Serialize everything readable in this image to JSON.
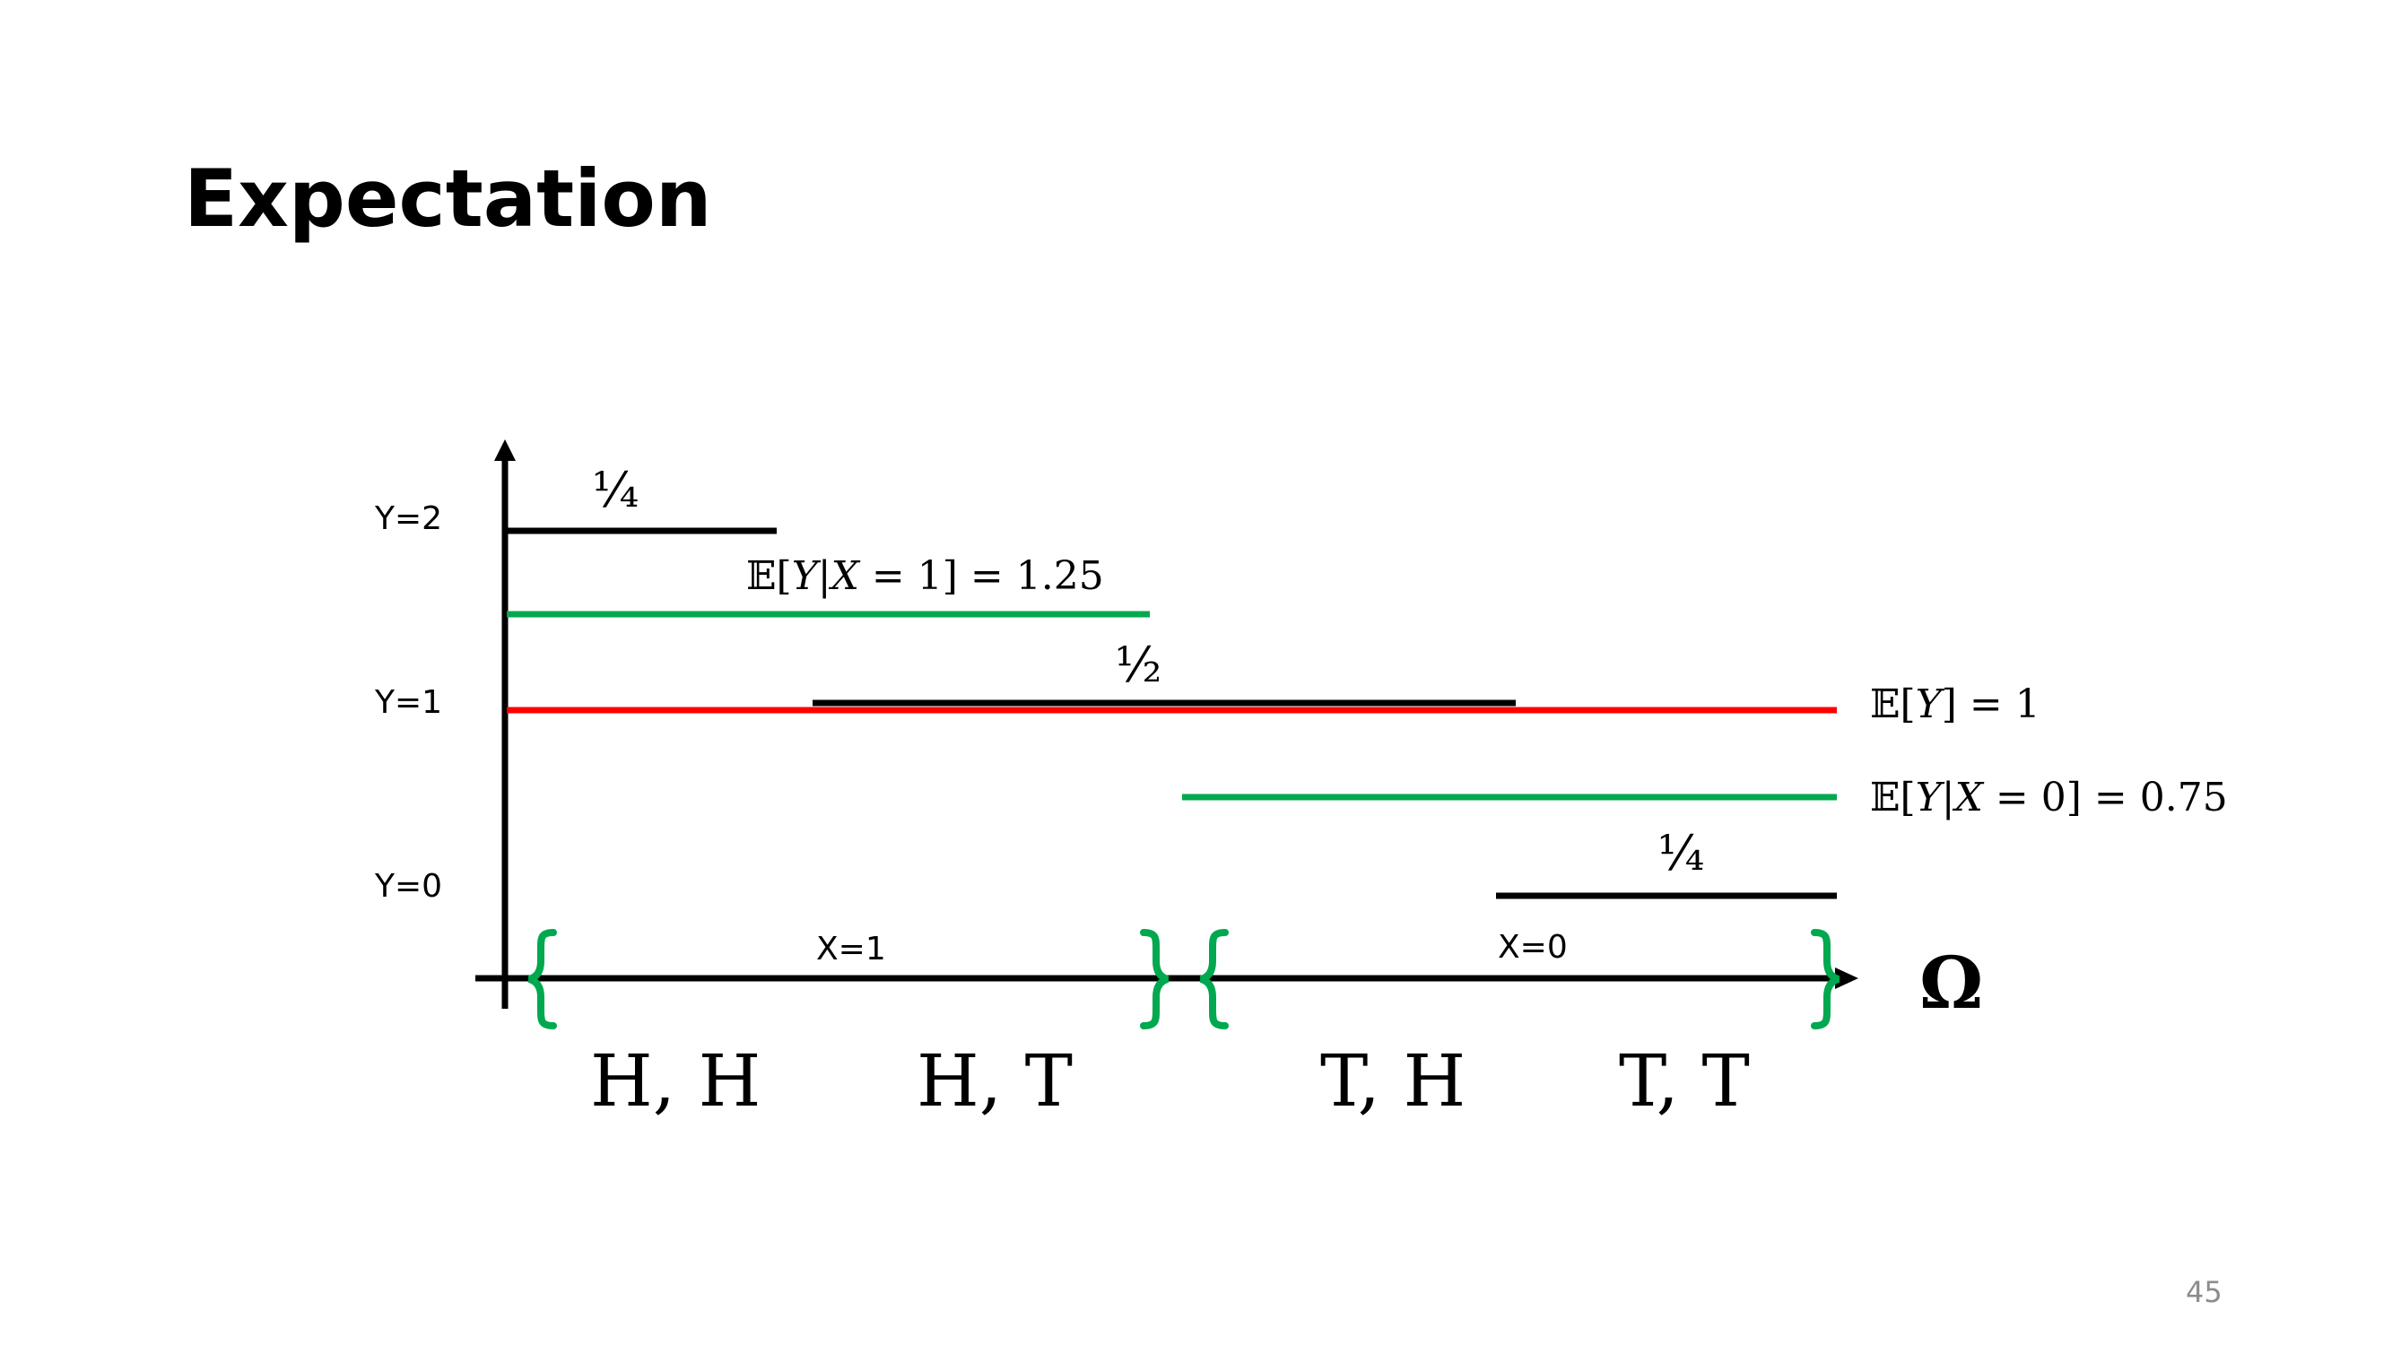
{
  "slide": {
    "title": "Expectation",
    "page_number": "45"
  },
  "axes": {
    "y_labels": [
      "Y=2",
      "Y=1",
      "Y=0"
    ],
    "omega_label": "Ω"
  },
  "groups": [
    {
      "label": "X=1"
    },
    {
      "label": "X=0"
    }
  ],
  "outcomes": [
    "H, H",
    "H, T",
    "T, H",
    "T, T"
  ],
  "probabilities": {
    "y2": "¼",
    "y1": "½",
    "y0": "¼"
  },
  "expectations": {
    "given_x1": "𝔼[𝑌|𝑋 = 1] = 1.25",
    "overall": "𝔼[𝑌] = 1",
    "given_x0": "𝔼[𝑌|𝑋 = 0] = 0.75"
  },
  "colors": {
    "axis": "#000000",
    "value_segment": "#000000",
    "overall_expectation": "#ff0000",
    "conditional_expectation": "#00a84f",
    "bracket": "#00a84f",
    "page_number": "#8c8c8c"
  }
}
